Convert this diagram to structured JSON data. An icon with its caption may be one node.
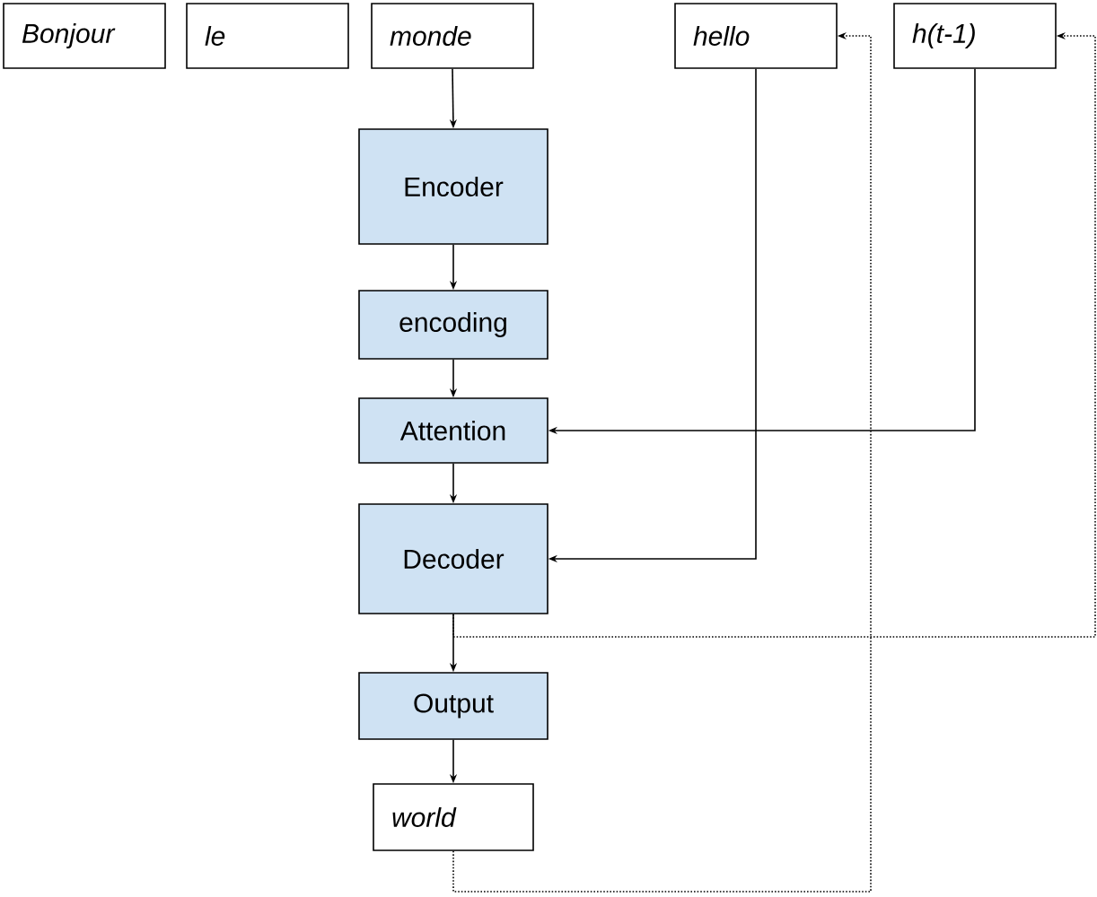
{
  "diagram": {
    "nodes": [
      {
        "text": [
          "Bonjour"
        ]
      },
      {
        "text": [
          "le"
        ]
      },
      {
        "text": [
          "monde"
        ]
      },
      {
        "text": [
          "hello"
        ]
      },
      {
        "text": [
          "h(t-1)"
        ]
      },
      {
        "text": [
          "Encoder"
        ]
      },
      {
        "text": [
          "encoding"
        ]
      },
      {
        "text": [
          "Attention"
        ]
      },
      {
        "text": [
          "Decoder"
        ]
      },
      {
        "text": [
          "Output"
        ]
      },
      {
        "text": [
          "world"
        ]
      }
    ],
    "edges": [
      {
        "from": 2,
        "to": 5,
        "arrow": "to"
      },
      {
        "from": 5,
        "to": 6,
        "arrow": "to"
      },
      {
        "from": 6,
        "to": 7,
        "arrow": "to"
      },
      {
        "from": 7,
        "to": 8,
        "arrow": "to"
      },
      {
        "from": 3,
        "to": 8,
        "arrow": "to"
      },
      {
        "from": 4,
        "to": 7,
        "arrow": "to"
      },
      {
        "from": 8,
        "to": 9,
        "arrow": "to"
      },
      {
        "from": 9,
        "to": 10,
        "arrow": "to"
      },
      {
        "from": 8,
        "to": 4,
        "arrow": "to",
        "style": "dashed"
      },
      {
        "from": 10,
        "to": 3,
        "arrow": "to",
        "style": "dashed"
      }
    ]
  }
}
